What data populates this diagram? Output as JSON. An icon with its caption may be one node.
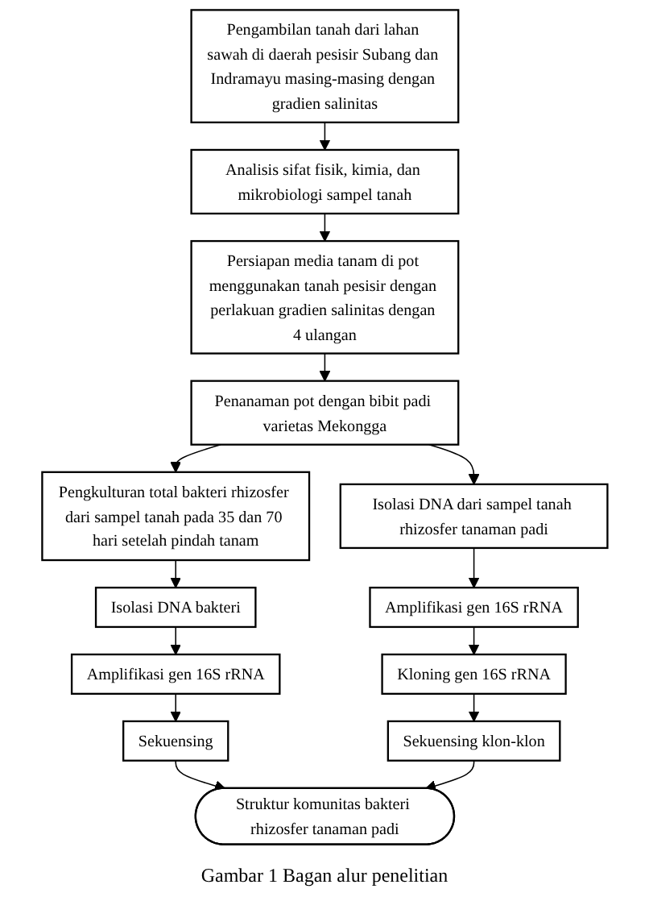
{
  "diagram": {
    "nodes": [
      {
        "text": [
          "Pengambilan tanah dari lahan sawah di daerah pesisir Subang dan Indramayu masing-masing dengan gradien salinitas"
        ]
      },
      {
        "text": [
          "Analisis sifat fisik, kimia, dan mikrobiologi sampel tanah"
        ]
      },
      {
        "text": [
          "Persiapan media tanam di pot menggunakan tanah pesisir dengan perlakuan gradien salinitas dengan 4 ulangan"
        ]
      },
      {
        "text": [
          "Penanaman pot dengan bibit padi varietas Mekongga"
        ]
      },
      {
        "text": [
          "Pengkulturan total bakteri rhizosfer dari sampel tanah pada 35 dan 70 hari setelah pindah tanam"
        ]
      },
      {
        "text": [
          "Isolasi DNA bakteri"
        ]
      },
      {
        "text": [
          "Amplifikasi gen 16S rRNA"
        ]
      },
      {
        "text": [
          "Sekuensing"
        ]
      },
      {
        "text": [
          "Isolasi DNA dari sampel tanah rhizosfer tanaman padi"
        ]
      },
      {
        "text": [
          "Amplifikasi gen 16S rRNA"
        ]
      },
      {
        "text": [
          "Kloning gen 16S rRNA"
        ]
      },
      {
        "text": [
          "Sekuensing klon-klon"
        ]
      },
      {
        "text": [
          "Struktur komunitas bakteri rhizosfer tanaman padi"
        ]
      }
    ],
    "edges": [
      {
        "from": 0,
        "to": 1,
        "arrow": "to"
      },
      {
        "from": 1,
        "to": 2,
        "arrow": "to"
      },
      {
        "from": 2,
        "to": 3,
        "arrow": "to"
      },
      {
        "from": 3,
        "to": 4,
        "arrow": "to"
      },
      {
        "from": 3,
        "to": 8,
        "arrow": "to"
      },
      {
        "from": 4,
        "to": 5,
        "arrow": "to"
      },
      {
        "from": 5,
        "to": 6,
        "arrow": "to"
      },
      {
        "from": 6,
        "to": 7,
        "arrow": "to"
      },
      {
        "from": 8,
        "to": 9,
        "arrow": "to"
      },
      {
        "from": 9,
        "to": 10,
        "arrow": "to"
      },
      {
        "from": 10,
        "to": 11,
        "arrow": "to"
      },
      {
        "from": 7,
        "to": 12,
        "arrow": "to"
      },
      {
        "from": 11,
        "to": 12,
        "arrow": "to"
      }
    ],
    "caption": "Gambar 1 Bagan alur penelitian"
  }
}
